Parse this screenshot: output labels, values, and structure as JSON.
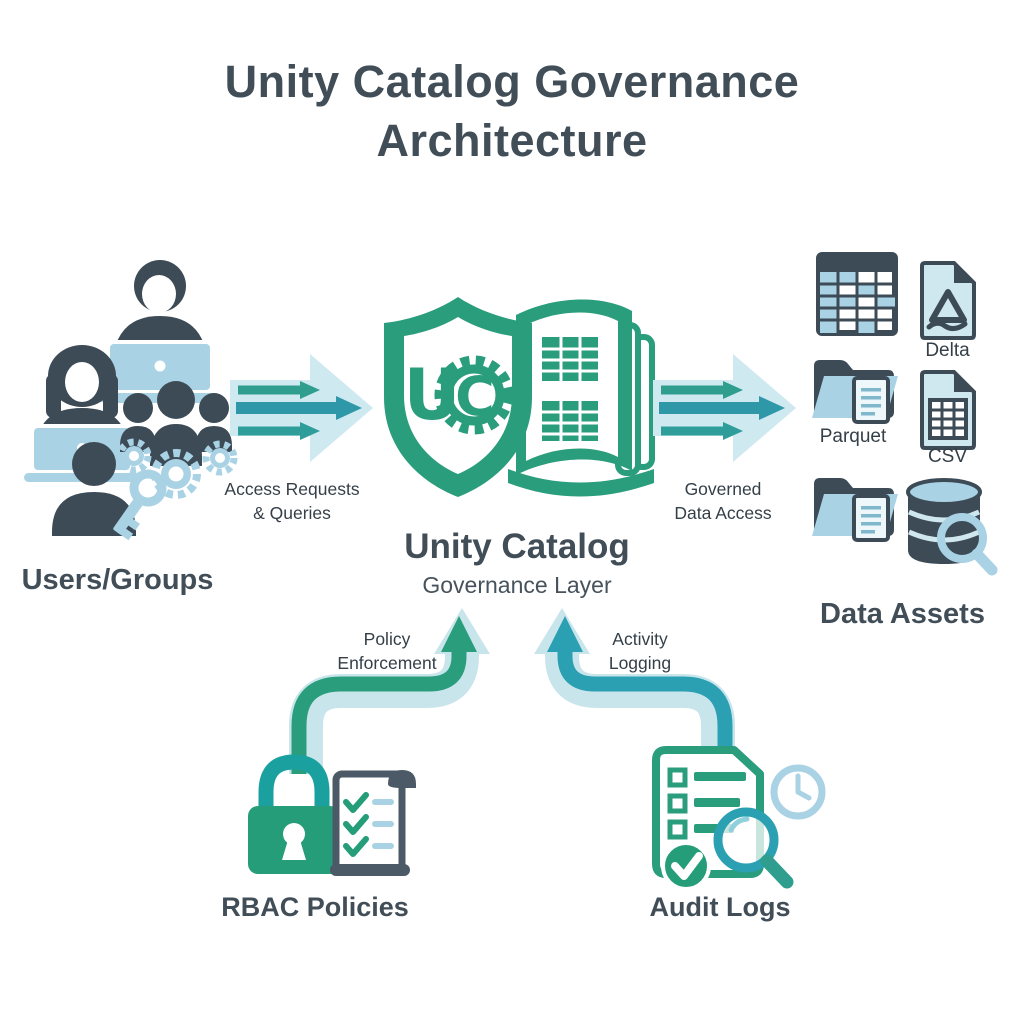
{
  "title": {
    "line1": "Unity Catalog Governance",
    "line2": "Architecture"
  },
  "users": {
    "label": "Users/Groups"
  },
  "access_flow": {
    "line1": "Access Requests",
    "line2": "& Queries"
  },
  "center": {
    "name": "Unity Catalog",
    "subtitle": "Governance Layer"
  },
  "governed_flow": {
    "line1": "Governed",
    "line2": "Data Access"
  },
  "assets": {
    "label": "Data Assets",
    "delta": "Delta",
    "parquet": "Parquet",
    "csv": "CSV"
  },
  "policy_flow": {
    "line1": "Policy",
    "line2": "Enforcement"
  },
  "activity_flow": {
    "line1": "Activity",
    "line2": "Logging"
  },
  "rbac": {
    "label": "RBAC Policies"
  },
  "audit": {
    "label": "Audit Logs"
  },
  "icons": {
    "left": [
      "user-laptop-icon",
      "user-laptop-female-icon",
      "group-gears-icon",
      "user-key-icon"
    ],
    "center": [
      "shield-uc-icon",
      "catalog-book-icon"
    ],
    "flows": [
      "flow-arrow-right-icon",
      "policy-curved-arrow-icon",
      "activity-curved-arrow-icon"
    ],
    "right": [
      "table-icon",
      "delta-file-icon",
      "parquet-folder-icon",
      "csv-file-icon",
      "folder-doc-icon",
      "database-search-icon"
    ],
    "bottom": [
      "lock-icon",
      "checklist-scroll-icon",
      "audit-document-icon",
      "magnifier-icon",
      "clock-icon",
      "check-circle-icon"
    ]
  },
  "colors": {
    "green": "#2A9D7C",
    "teal": "#2BA0B2",
    "teal_green": "#2F9E8F",
    "dark_slate": "#3D4B57",
    "light_blue": "#A9D2E4",
    "pale_blue": "#CFE8F0",
    "text": "#414E58",
    "background": "#FFFFFF"
  }
}
